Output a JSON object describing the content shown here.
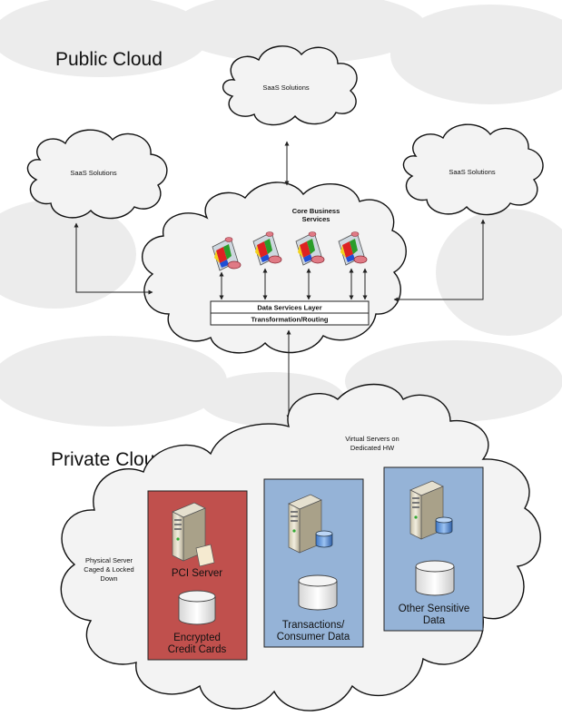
{
  "headings": {
    "public_cloud": "Public Cloud",
    "private_cloud": "Private Cloud"
  },
  "public_clouds": {
    "saas_top": "SaaS Solutions",
    "saas_left": "SaaS Solutions",
    "saas_right": "SaaS Solutions"
  },
  "core": {
    "title_line1": "Core Business",
    "title_line2": "Services",
    "data_services_layer": "Data Services Layer",
    "transformation_routing": "Transformation/Routing"
  },
  "private": {
    "virtual_note_line1": "Virtual Servers on",
    "virtual_note_line2": "Dedicated HW",
    "physical_note_line1": "Physical Server",
    "physical_note_line2": "Caged & Locked",
    "physical_note_line3": "Down",
    "pci_server": "PCI Server",
    "encrypted_line1": "Encrypted",
    "encrypted_line2": "Credit Cards",
    "transactions_line1": "Transactions/",
    "transactions_line2": "Consumer Data",
    "other_line1": "Other Sensitive",
    "other_line2": "Data"
  },
  "colors": {
    "pci_box": "#c0504d",
    "virtual_box": "#95b3d7",
    "cloud_fill": "#f2f2f2",
    "background_cloud": "#e9e9e9"
  }
}
